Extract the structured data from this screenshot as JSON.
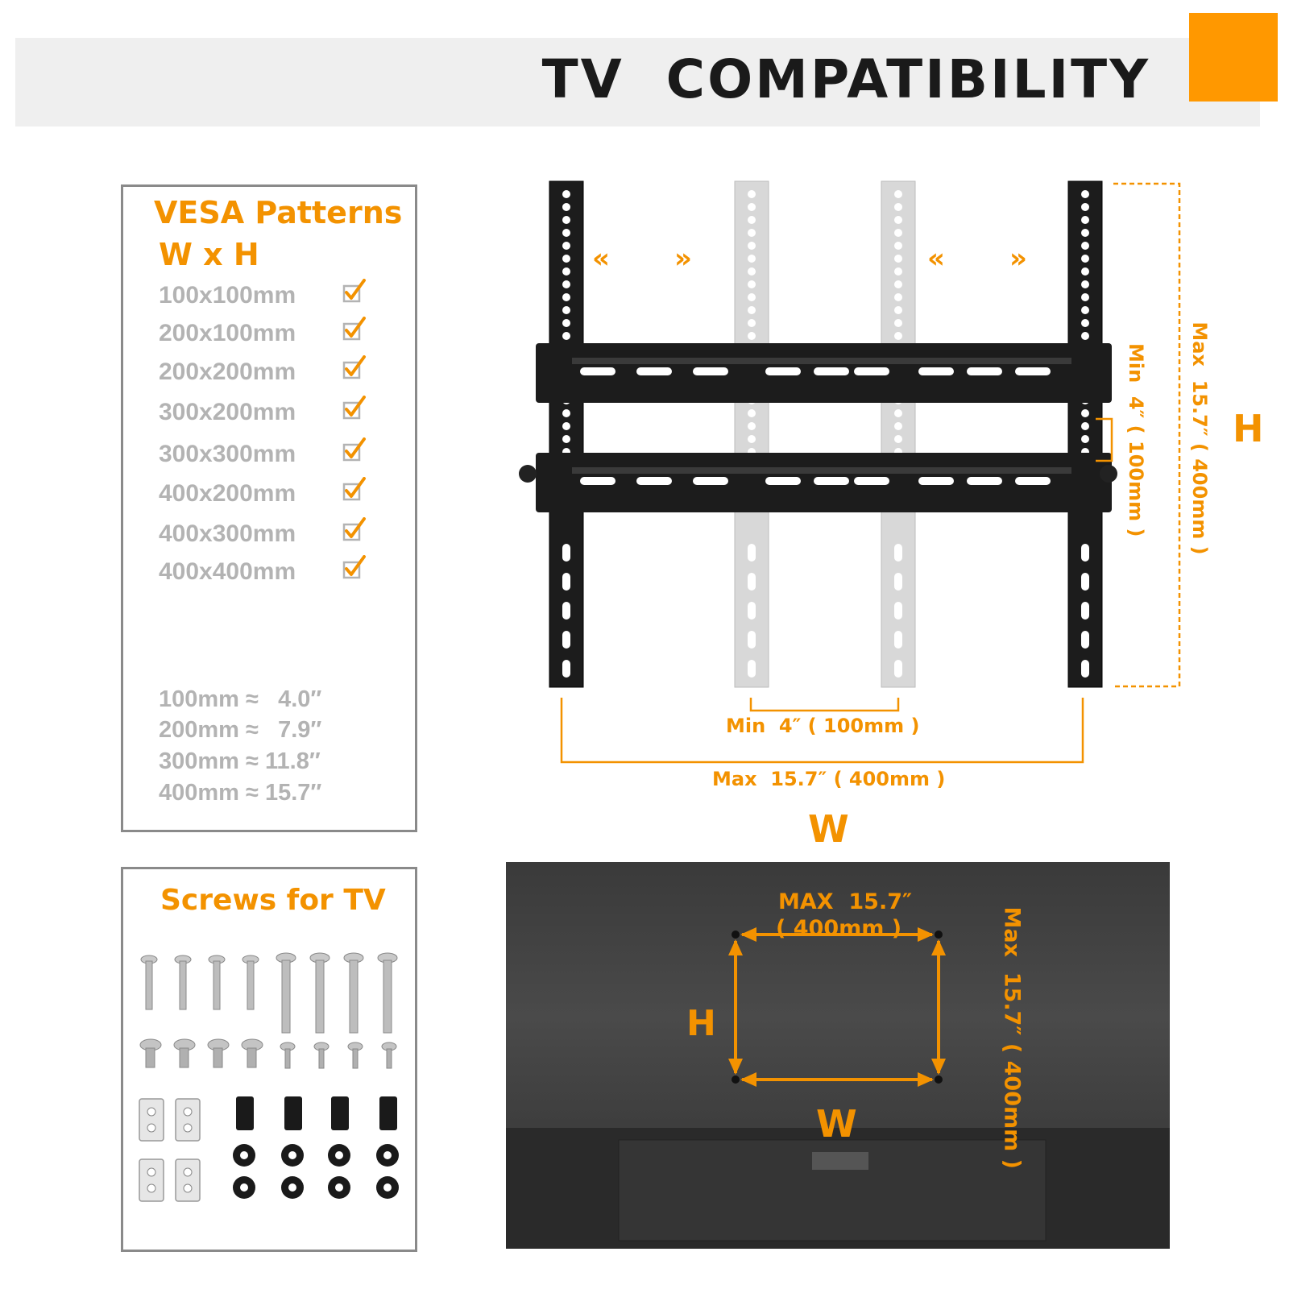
{
  "header": {
    "title": "TV  COMPATIBILITY",
    "accent_color": "#ff9800"
  },
  "vesa": {
    "title": "VESA Patterns",
    "subtitle": "W x H",
    "patterns": [
      "100x100mm",
      "200x100mm",
      "200x200mm",
      "300x200mm",
      "300x300mm",
      "400x200mm",
      "400x300mm",
      "400x400mm"
    ],
    "check_icon": "checkbox-checked-icon",
    "conversions": [
      "100mm ≈   4.0″",
      "200mm ≈   7.9″",
      "300mm ≈ 11.8″",
      "400mm ≈ 15.7″"
    ]
  },
  "screws": {
    "title": "Screws for TV",
    "icons": [
      "long-screw-icon",
      "short-screw-icon",
      "plate-icon",
      "spacer-icon",
      "washer-icon"
    ]
  },
  "mount_diagram": {
    "height_min_label": "Min  4″ ( 100mm )",
    "height_max_label": "Max  15.7″ ( 400mm )",
    "h_letter": "H",
    "width_min_label": "Min  4″ ( 100mm )",
    "width_max_label": "Max  15.7″ ( 400mm )",
    "w_letter": "W",
    "arrow_left": "«",
    "arrow_right": "»"
  },
  "tv_back": {
    "max_w_label_line1": "MAX  15.7″",
    "max_w_label_line2": "( 400mm )",
    "max_h_label": "Max  15.7″ ( 400mm )",
    "h_letter": "H",
    "w_letter": "W"
  },
  "colors": {
    "orange": "#f39200",
    "gray_text": "#b3b3b3",
    "bracket": "#1c1c1c"
  }
}
